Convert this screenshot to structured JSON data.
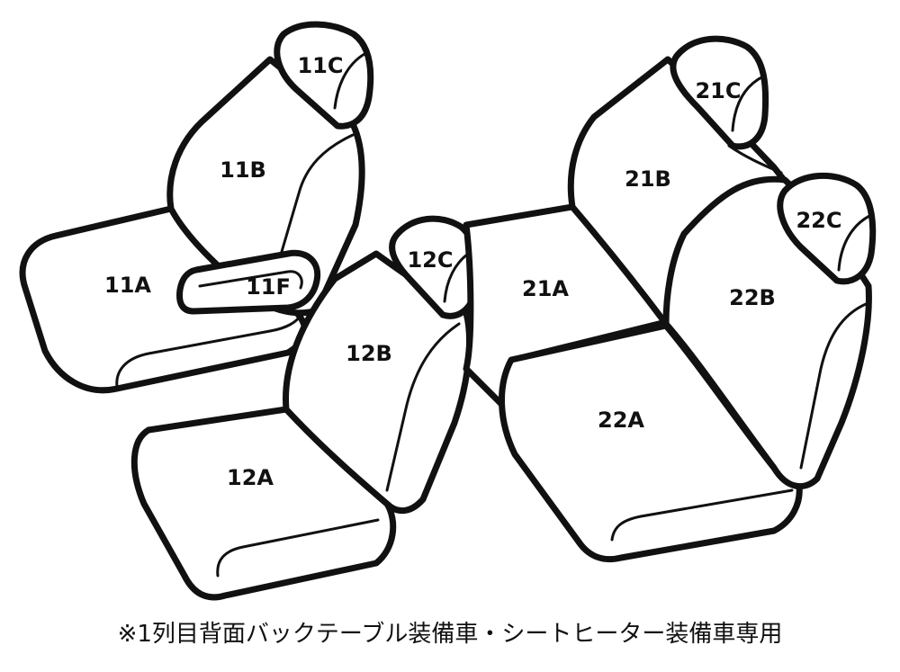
{
  "labels": {
    "l11A": "11A",
    "l11B": "11B",
    "l11C": "11C",
    "l11F": "11F",
    "l12A": "12A",
    "l12B": "12B",
    "l12C": "12C",
    "l21A": "21A",
    "l21B": "21B",
    "l21C": "21C",
    "l22A": "22A",
    "l22B": "22B",
    "l22C": "22C"
  },
  "caption": "※1列目背面バックテーブル装備車・シートヒーター装備車専用"
}
